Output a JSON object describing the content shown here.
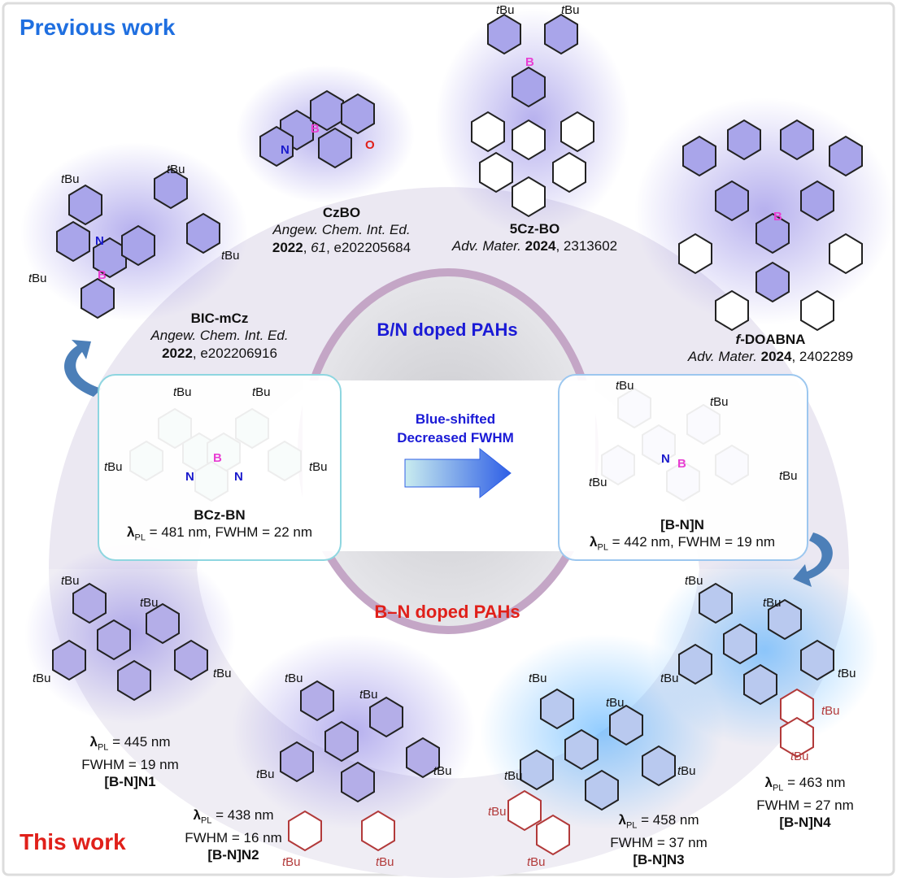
{
  "header_previous": "Previous work",
  "header_this": "This work",
  "ring_top_label": "B/N doped PAHs",
  "ring_bottom_label": "B–N doped PAHs",
  "arrow_label_1": "Blue-shifted",
  "arrow_label_2": "Decreased FWHM",
  "colors": {
    "previous_header": "#1f6fe0",
    "this_header": "#e0201a",
    "ring_top": "#1a1ad6",
    "ring_bottom": "#e0201a",
    "boron": "#e83fd3",
    "nitrogen": "#1a1acc",
    "oxygen": "#e0201a",
    "carbazole_red": "#b23a3a"
  },
  "compounds": {
    "bicmcz": {
      "name": "BIC-mCz",
      "journal": "Angew. Chem. Int. Ed.",
      "year": "2022",
      "rest": ", e202206916"
    },
    "czbo": {
      "name": "CzBO",
      "journal": "Angew. Chem. Int. Ed.",
      "year": "2022",
      "volume": "61",
      "rest": ", e202205684"
    },
    "fivecz": {
      "name": "5Cz-BO",
      "journal": "Adv. Mater.",
      "year": "2024",
      "rest": ", 2313602"
    },
    "fdoabna": {
      "prefix": "f",
      "name": "-DOABNA",
      "journal": "Adv. Mater.",
      "year": "2024",
      "rest": ", 2402289"
    },
    "bczbn": {
      "name": "BCz-BN",
      "lambda": "481 nm",
      "fwhm": "22 nm"
    },
    "bnn": {
      "name": "[B-N]N",
      "lambda": "442 nm",
      "fwhm": "19 nm"
    },
    "n1": {
      "name": "[B-N]N1",
      "lambda": "445 nm",
      "fwhm": "19 nm"
    },
    "n2": {
      "name": "[B-N]N2",
      "lambda": "438 nm",
      "fwhm": "16 nm"
    },
    "n3": {
      "name": "[B-N]N3",
      "lambda": "458 nm",
      "fwhm": "37 nm"
    },
    "n4": {
      "name": "[B-N]N4",
      "lambda": "463 nm",
      "fwhm": "27 nm"
    }
  },
  "text": {
    "lambda": "λ",
    "pl": "PL",
    "eq": " = ",
    "fwhm_label": "FWHM = ",
    "sep": ", ",
    "t": "t",
    "bu": "Bu",
    "atom_b": "B",
    "atom_n": "N",
    "atom_o": "O"
  }
}
